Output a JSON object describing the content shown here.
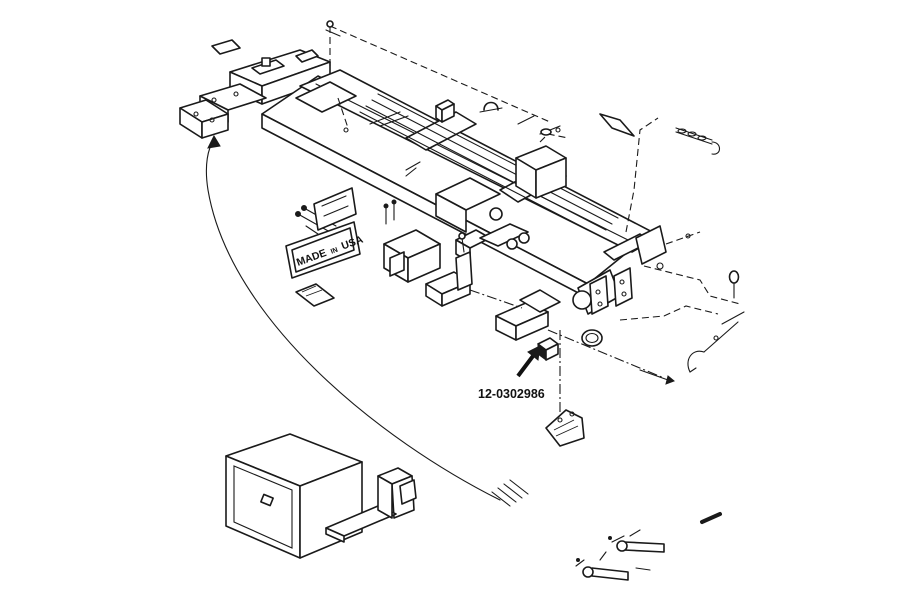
{
  "callout": {
    "part_number": "12-0302986"
  },
  "nameplate": {
    "line1": "MADE",
    "line2": "IN",
    "line3": "USA"
  },
  "colors": {
    "ink": "#1a1a1a",
    "paper": "#ffffff"
  }
}
